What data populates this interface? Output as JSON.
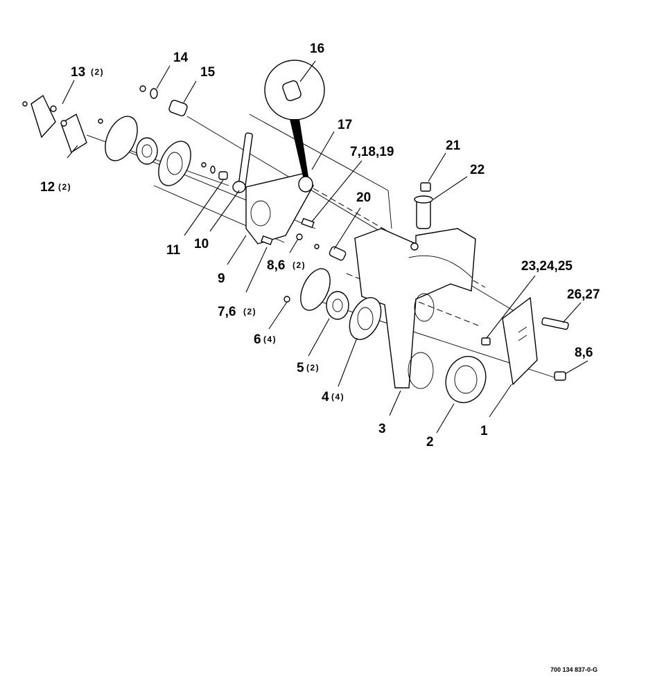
{
  "diagram": {
    "callouts": [
      {
        "id": "c1",
        "label": "1",
        "qty": ""
      },
      {
        "id": "c2",
        "label": "2",
        "qty": ""
      },
      {
        "id": "c3",
        "label": "3",
        "qty": ""
      },
      {
        "id": "c4",
        "label": "4",
        "qty": "(4)"
      },
      {
        "id": "c5",
        "label": "5",
        "qty": "(2)"
      },
      {
        "id": "c6",
        "label": "6",
        "qty": "(4)"
      },
      {
        "id": "c7_6",
        "label": "7,6",
        "qty": "(2)"
      },
      {
        "id": "c8_6a",
        "label": "8,6",
        "qty": "(2)"
      },
      {
        "id": "c8_6b",
        "label": "8,6",
        "qty": ""
      },
      {
        "id": "c9",
        "label": "9",
        "qty": ""
      },
      {
        "id": "c10",
        "label": "10",
        "qty": ""
      },
      {
        "id": "c11",
        "label": "11",
        "qty": ""
      },
      {
        "id": "c12",
        "label": "12",
        "qty": "(2)"
      },
      {
        "id": "c13",
        "label": "13",
        "qty": "(2)"
      },
      {
        "id": "c14",
        "label": "14",
        "qty": ""
      },
      {
        "id": "c15",
        "label": "15",
        "qty": ""
      },
      {
        "id": "c16",
        "label": "16",
        "qty": ""
      },
      {
        "id": "c17",
        "label": "17",
        "qty": ""
      },
      {
        "id": "c7_18_19",
        "label": "7,18,19",
        "qty": ""
      },
      {
        "id": "c20",
        "label": "20",
        "qty": ""
      },
      {
        "id": "c21",
        "label": "21",
        "qty": ""
      },
      {
        "id": "c22",
        "label": "22",
        "qty": ""
      },
      {
        "id": "c23_24_25",
        "label": "23,24,25",
        "qty": ""
      },
      {
        "id": "c26_27",
        "label": "26,27",
        "qty": ""
      }
    ],
    "drawing_code": "700 134 837-0-G"
  }
}
